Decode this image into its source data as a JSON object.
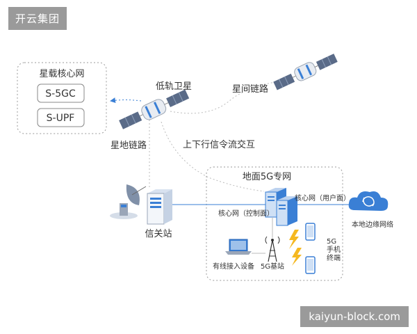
{
  "brand": "开云集团",
  "watermark": "kaiyun-block.com",
  "labels": {
    "onboard_core": "星载核心网",
    "s5gc": "S-5GC",
    "supf": "S-UPF",
    "leo_sat": "低轨卫星",
    "isl": "星间链路",
    "sat_ground_link": "星地链路",
    "uplink_downlink": "上下行信令流交互",
    "ground_private": "地面5G专网",
    "core_user": "核心网（用户面）",
    "core_control": "核心网（控制面）",
    "edge_network": "本地边缘网络",
    "gateway": "信关站",
    "wired_access": "有线接入设备",
    "base_station": "5G基站",
    "terminal_5g": "5G",
    "terminal_phone": "手机",
    "terminal_end": "终端"
  },
  "colors": {
    "accent_blue": "#3a7fd5",
    "panel_blue": "#cfe0f5",
    "line_gray": "#bbbbbb",
    "dashed_border": "#999999",
    "lightning": "#f5b820"
  }
}
